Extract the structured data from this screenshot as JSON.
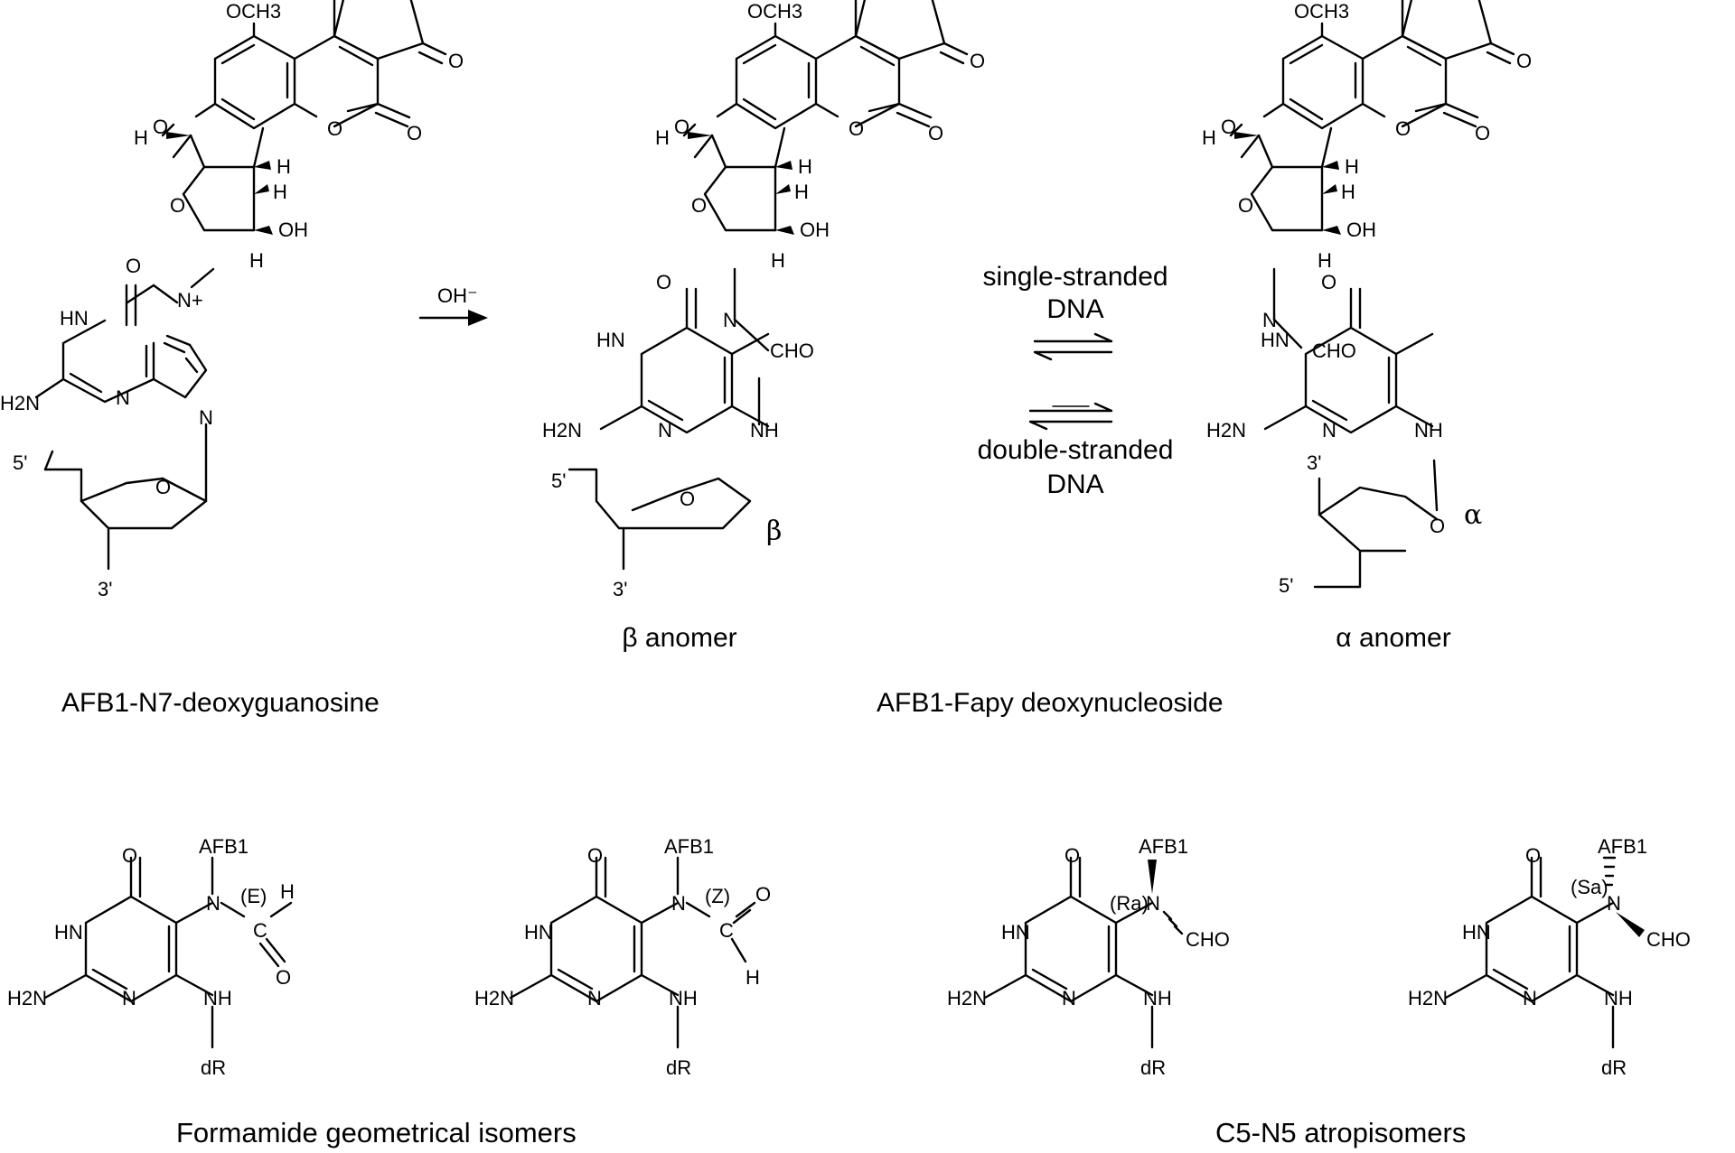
{
  "colors": {
    "ink": "#000000",
    "background": "#ffffff"
  },
  "atoms": {
    "methoxy": "OCH3",
    "oxygen": "O",
    "hydrogen": "H",
    "hydroxyl": "OH",
    "imino": "HN",
    "amino": "H2N",
    "nitrogen": "N",
    "nitrogen_plus": "N+",
    "amine_nh": "NH",
    "formyl": "CHO",
    "carbon": "C",
    "sugar": "dR",
    "afb1": "AFB1",
    "pos_5prime": "5'",
    "pos_3prime": "3'"
  },
  "scheme": {
    "reagent": "OH⁻",
    "equilibrium_top": [
      "single-stranded",
      "DNA"
    ],
    "equilibrium_bottom": [
      "double-stranded",
      "DNA"
    ],
    "beta_symbol": "β",
    "alpha_symbol": "α",
    "beta_anomer_label": "β anomer",
    "alpha_anomer_label": "α anomer",
    "left_compound_label": "AFB1-N7-deoxyguanosine",
    "fapy_label": "AFB1-Fapy deoxynucleoside"
  },
  "isomers": {
    "e_descriptor": "(E)",
    "z_descriptor": "(Z)",
    "ra_descriptor": "(Ra)",
    "sa_descriptor": "(Sa)",
    "formamide_label": "Formamide geometrical isomers",
    "atropisomer_label": "C5-N5 atropisomers"
  }
}
